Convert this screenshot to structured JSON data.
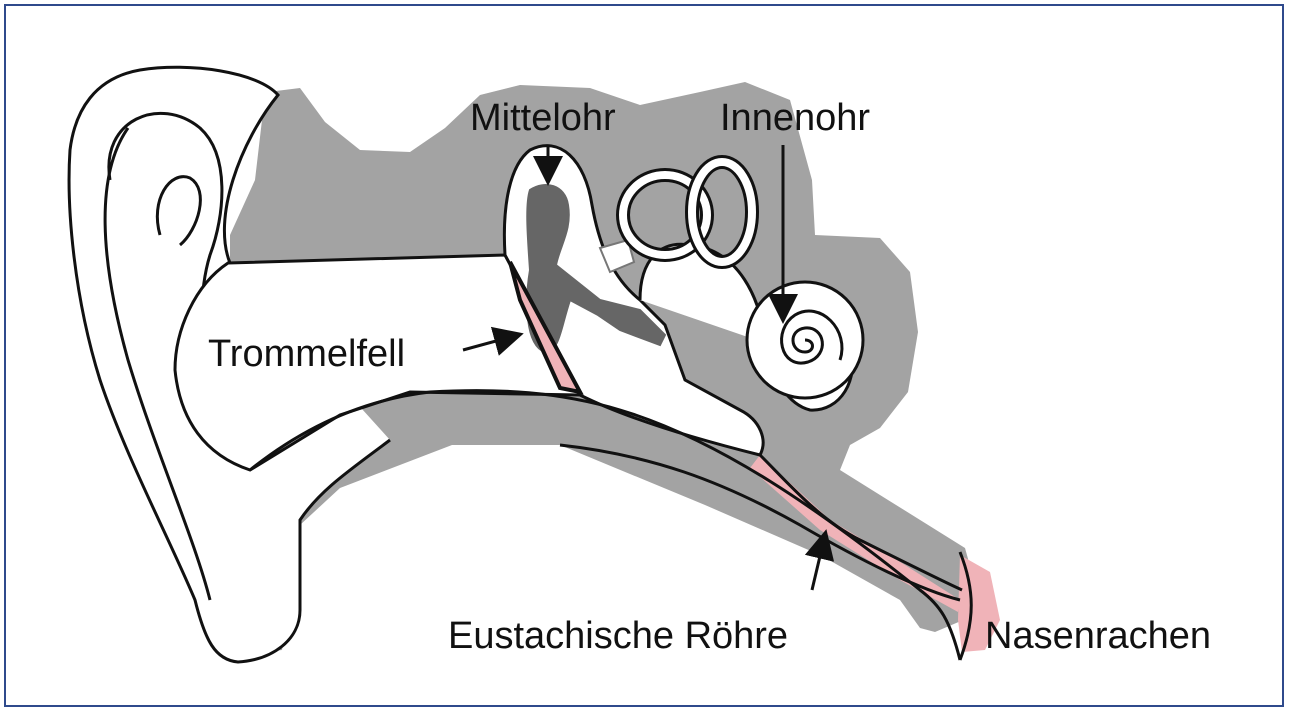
{
  "labels": {
    "middle_ear": "Mittelohr",
    "inner_ear": "Innenohr",
    "eardrum": "Trommelfell",
    "eustachian_tube": "Eustachische Röhre",
    "nasopharynx": "Nasenrachen"
  },
  "colors": {
    "frame_border": "#2f4a8c",
    "bone_gray": "#a3a3a3",
    "ossicle_dark": "#666666",
    "membrane_pink": "#f0b3b8",
    "outline": "#111111"
  }
}
